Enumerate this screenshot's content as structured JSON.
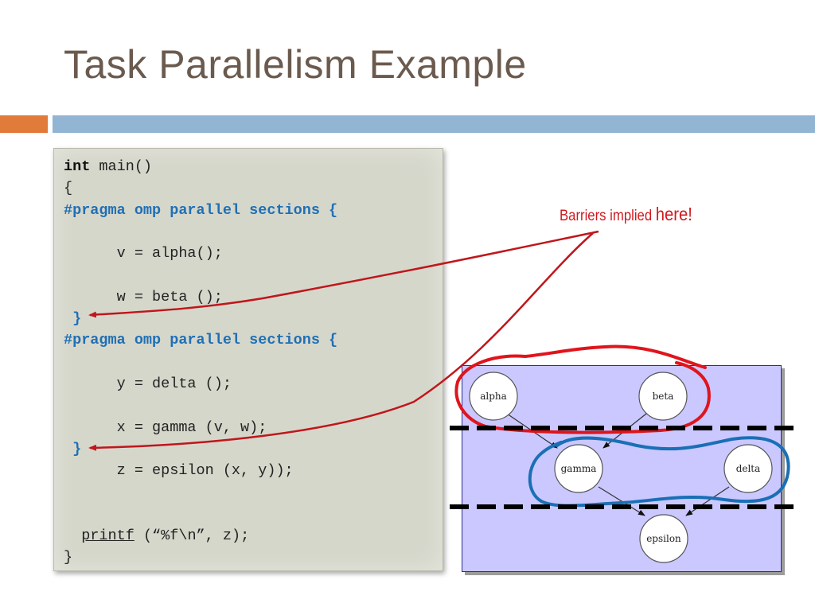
{
  "slide": {
    "title": "Task Parallelism Example"
  },
  "code": {
    "line1_type": "int",
    "line1_rest": " main()",
    "line2": "{",
    "pragma1": "#pragma omp parallel sections {",
    "stmt_v": "      v = alpha();",
    "stmt_w": "      w = beta ();",
    "close1": " }",
    "pragma2": "#pragma omp parallel sections {",
    "stmt_y": "      y = delta ();",
    "stmt_x": "      x = gamma (v, w);",
    "close2": " }",
    "stmt_z": "      z = epsilon (x, y));",
    "printf_fn": "printf",
    "printf_args": " (“%f\\n”, z);",
    "line_end": "}"
  },
  "annotation": {
    "text": "Barriers implied ",
    "emphasis": "here!"
  },
  "diagram": {
    "nodes": [
      "alpha",
      "beta",
      "gamma",
      "delta",
      "epsilon"
    ],
    "edges": [
      [
        "alpha",
        "gamma"
      ],
      [
        "beta",
        "gamma"
      ],
      [
        "gamma",
        "epsilon"
      ],
      [
        "delta",
        "epsilon"
      ]
    ],
    "colors": {
      "panel": "#cac8ff",
      "barrier_arrow": "#c0161b",
      "red_group": "#e0141c",
      "blue_group": "#1a6fb5",
      "dashed_line": "#000000"
    }
  }
}
